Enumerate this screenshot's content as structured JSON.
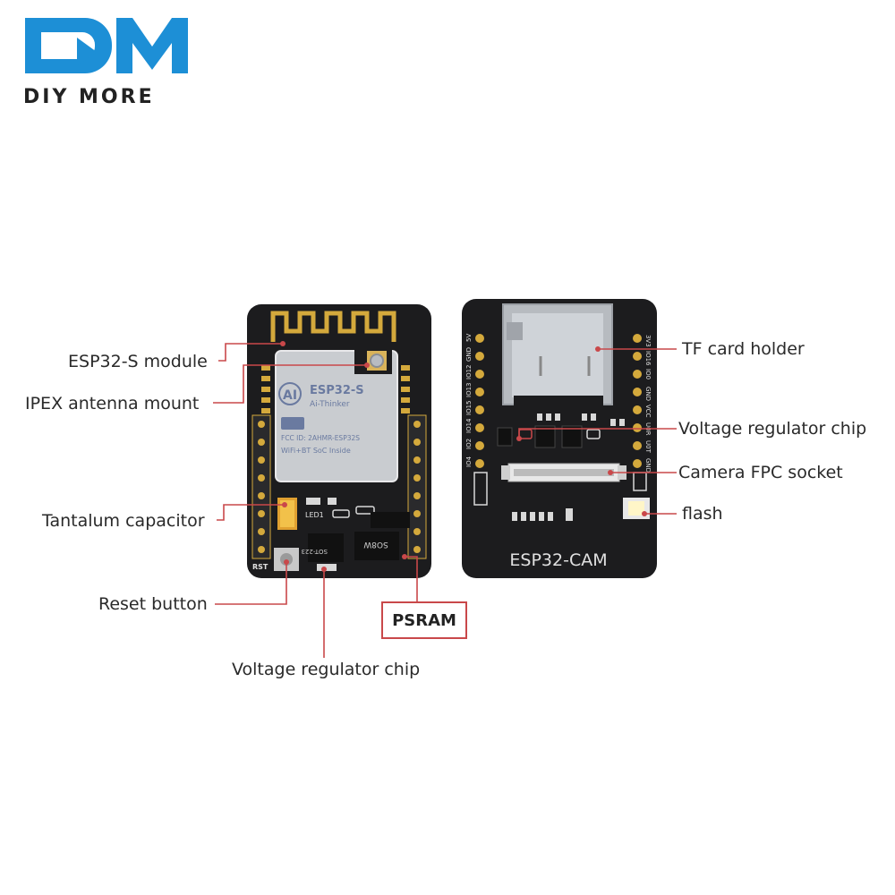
{
  "brand": {
    "logo_text": "DM",
    "subtitle": "DIY MORE",
    "accent_color": "#1d8fd6"
  },
  "front_board": {
    "module_name": "ESP32-S",
    "module_maker": "Ai-Thinker",
    "fcc_text": "FCC ID: 2AHMR-ESP32S",
    "wifi_text": "WiFi+BT SoC Inside",
    "led_label": "LED1",
    "rst_label": "RST",
    "regulator_marking": "SOT-223",
    "psram_marking": "SO8W"
  },
  "back_board": {
    "board_name": "ESP32-CAM",
    "left_pins": [
      "5V",
      "GND",
      "IO12",
      "IO13",
      "IO15",
      "IO14",
      "IO2",
      "IO4"
    ],
    "right_pins": [
      "3V3",
      "IO16",
      "IO0",
      "GND",
      "VCC",
      "U0R",
      "U0T",
      "GND"
    ]
  },
  "callouts": {
    "esp32_module": "ESP32-S module",
    "ipex_antenna": "IPEX antenna mount",
    "tantalum_capacitor": "Tantalum capacitor",
    "reset_button": "Reset button",
    "voltage_regulator_bottom": "Voltage regulator chip",
    "psram": "PSRAM",
    "tf_card_holder": "TF card holder",
    "voltage_regulator_right": "Voltage regulator chip",
    "camera_fpc_socket": "Camera FPC socket",
    "flash": "flash"
  },
  "colors": {
    "pcb": "#1c1c1e",
    "gold": "#d4a93c",
    "leader_line": "#c9484a"
  }
}
